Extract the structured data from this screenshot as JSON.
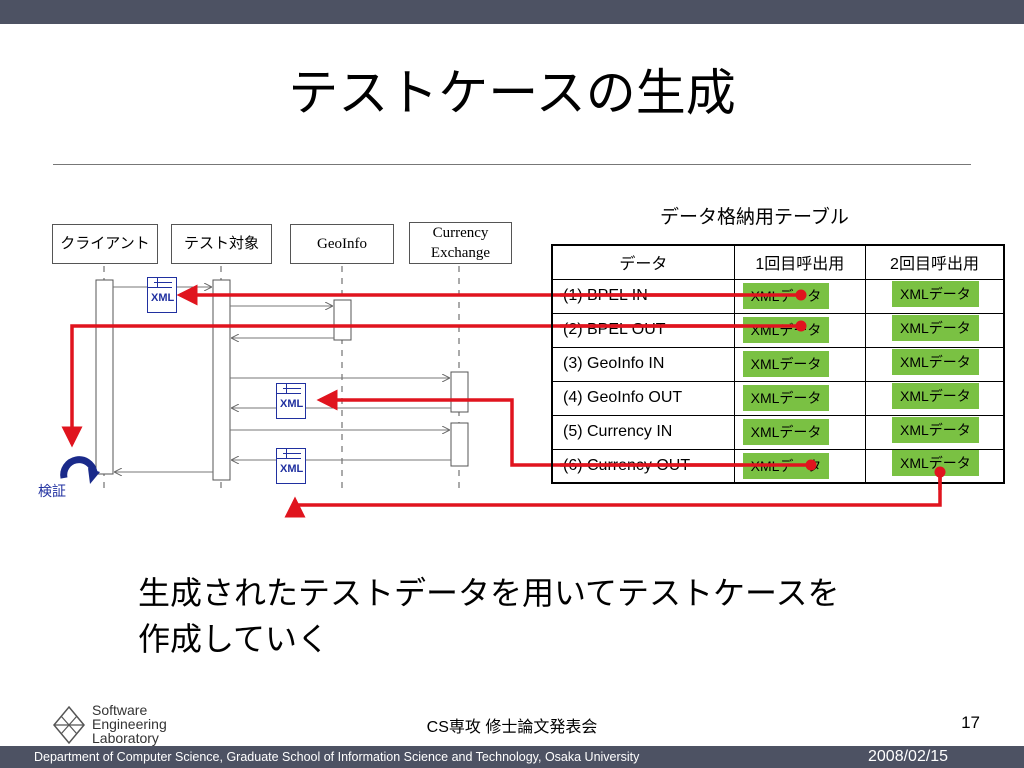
{
  "slide": {
    "title": "テストケースの生成",
    "table_caption": "データ格納用テーブル",
    "main_text_line1": "生成されたテストデータを用いてテストケースを",
    "main_text_line2": "作成していく",
    "footer_center": "CS専攻 修士論文発表会",
    "page_number": "17",
    "department": "Department of Computer Science, Graduate School of Information Science and Technology, Osaka University",
    "date": "2008/02/15"
  },
  "logo": {
    "line1": "Software",
    "line2": "Engineering",
    "line3": "Laboratory"
  },
  "diagram": {
    "lifelines": [
      {
        "label": "クライアント"
      },
      {
        "label": "テスト対象"
      },
      {
        "label": "GeoInfo"
      },
      {
        "label_line1": "Currency",
        "label_line2": "Exchange"
      }
    ],
    "verify_label": "検証",
    "xml_doc_label": "XML"
  },
  "table": {
    "headers": [
      "データ",
      "1回目呼出用",
      "2回目呼出用"
    ],
    "rows": [
      {
        "data": "(1) BPEL IN",
        "first": "XMLデータ",
        "second": "XMLデータ"
      },
      {
        "data": "(2) BPEL OUT",
        "first": "XMLデータ",
        "second": "XMLデータ"
      },
      {
        "data": "(3) GeoInfo IN",
        "first": "XMLデータ",
        "second": "XMLデータ"
      },
      {
        "data": "(4) GeoInfo OUT",
        "first": "XMLデータ",
        "second": "XMLデータ"
      },
      {
        "data": "(5) Currency IN",
        "first": "XMLデータ",
        "second": "XMLデータ"
      },
      {
        "data": "(6) Currency OUT",
        "first": "XMLデータ",
        "second": "XMLデータ"
      }
    ]
  },
  "colors": {
    "bar": "#4d5263",
    "arrow_red": "#e0141e",
    "cell_green": "#7ac143",
    "xml_blue": "#2030a0"
  }
}
